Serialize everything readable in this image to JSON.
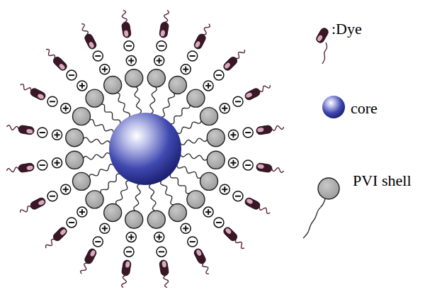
{
  "diagram": {
    "legend": [
      {
        "text": ":Dye"
      },
      {
        "text": "core"
      },
      {
        "text": "PVI shell"
      }
    ]
  }
}
